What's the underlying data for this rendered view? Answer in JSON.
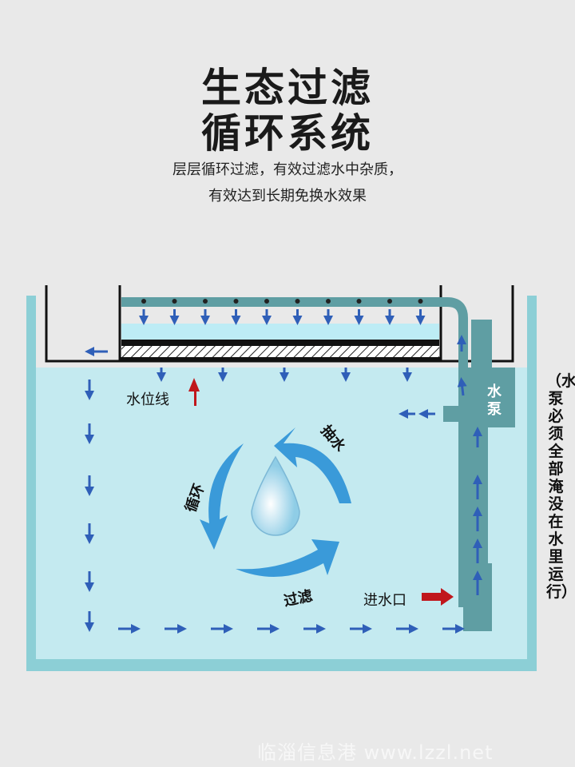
{
  "title": {
    "line1": "生态过滤",
    "line2": "循环系统"
  },
  "subtitle": {
    "line1": "层层循环过滤，有效过滤水中杂质，",
    "line2": "有效达到长期免换水效果"
  },
  "labels": {
    "water_line": "水位线",
    "inlet": "进水口",
    "pump": "水泵",
    "pump_line1": "水",
    "pump_line2": "泵",
    "pump_water": "抽水",
    "circulate": "循环",
    "filter": "过滤"
  },
  "note": "（水泵必须全部淹没在水里运行）",
  "watermark": "临淄信息港 www.lzzl.net",
  "colors": {
    "water": "#c4eaf0",
    "wall": "#8ccfd6",
    "pipe": "#5f9ea3",
    "arrow": "#2f5fb8",
    "red": "#c0171c",
    "cycle": "#3a9ad9"
  }
}
